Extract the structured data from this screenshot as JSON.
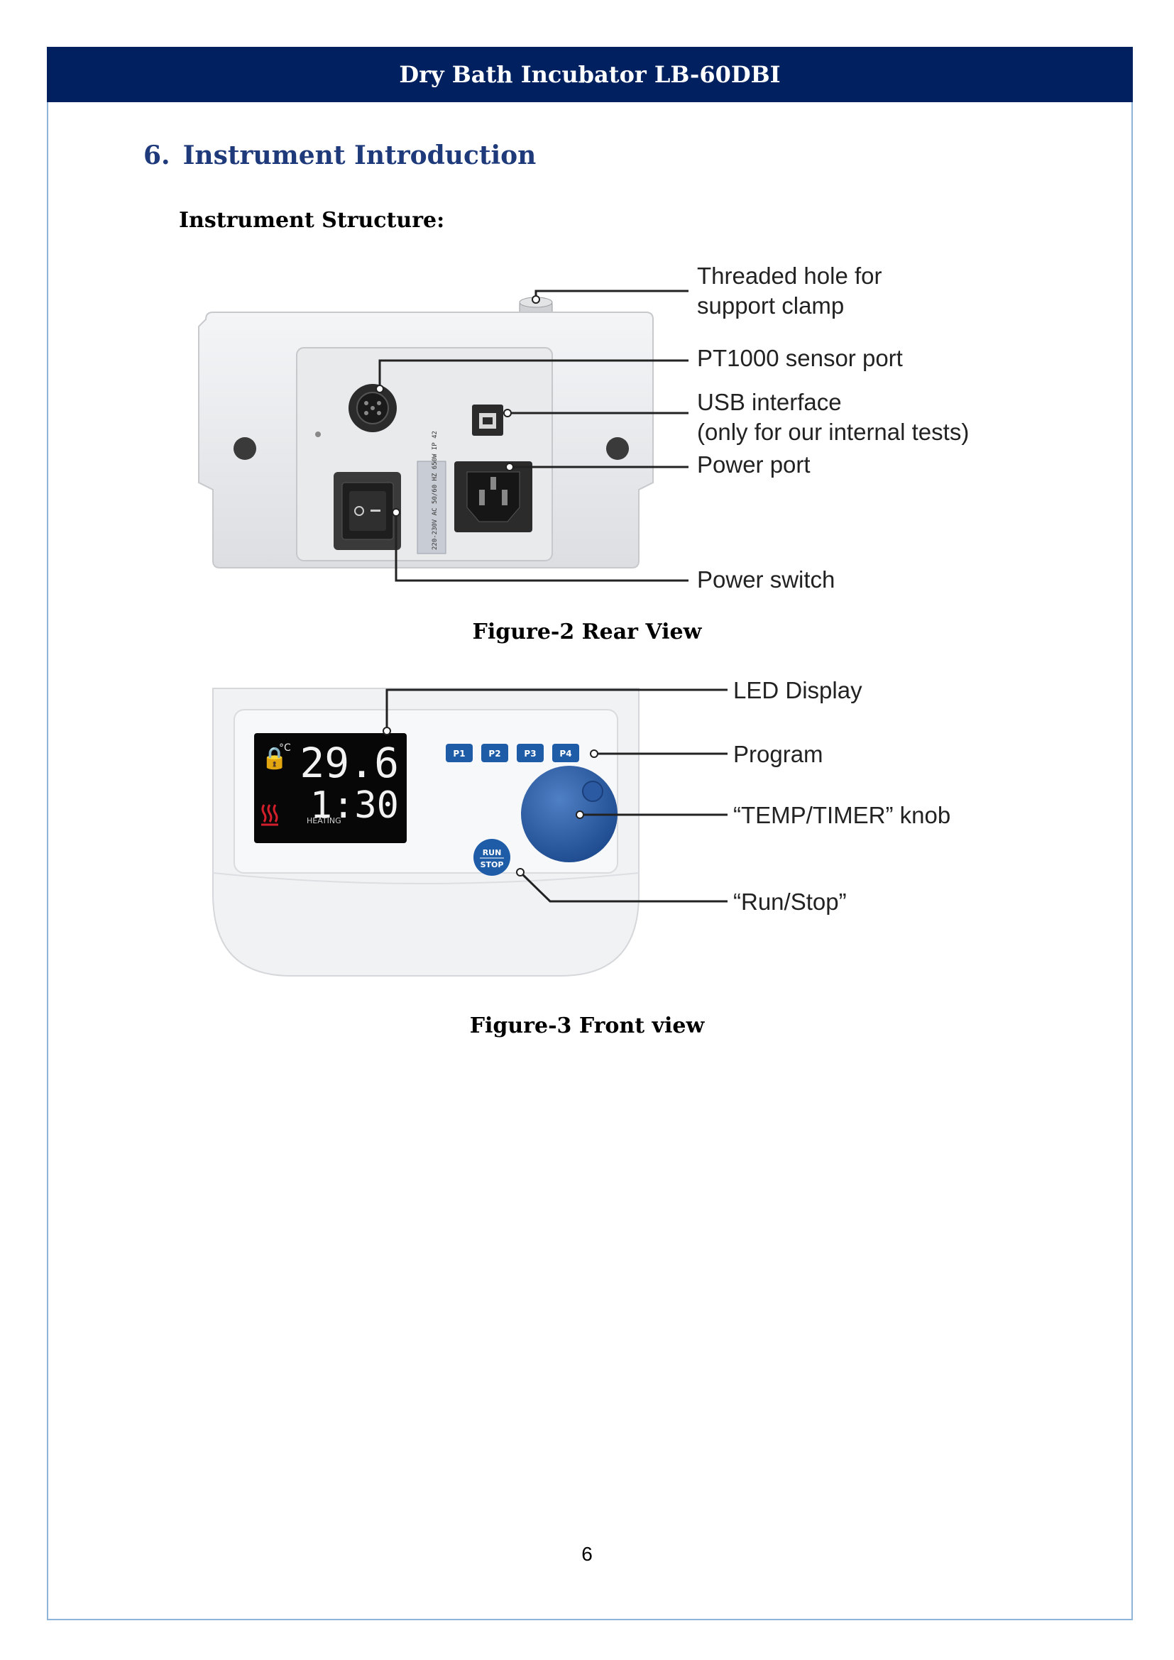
{
  "header": {
    "title": "Dry Bath Incubator LB-60DBI"
  },
  "section": {
    "number": "6.",
    "title": "Instrument Introduction"
  },
  "subheading": "Instrument Structure:",
  "rear_view": {
    "caption": "Figure-2 Rear View",
    "label_text": "220-230V AC 50/60 HZ 650W IP 42",
    "callouts": {
      "threaded_hole_line1": "Threaded hole for",
      "threaded_hole_line2": "support clamp",
      "pt1000": "PT1000 sensor port",
      "usb_line1": "USB interface",
      "usb_line2": "(only for our internal tests)",
      "power_port": "Power port",
      "power_switch": "Power switch"
    }
  },
  "front_view": {
    "caption": "Figure-3 Front view",
    "display": {
      "temperature": "29.6",
      "timer": "1:30",
      "unit": "°C",
      "status": "HEATING"
    },
    "program_buttons": [
      "P1",
      "P2",
      "P3",
      "P4"
    ],
    "run_stop": {
      "line1": "RUN",
      "line2": "STOP"
    },
    "callouts": {
      "led_display": "LED Display",
      "program": "Program",
      "knob": "“TEMP/TIMER” knob",
      "run_stop": "“Run/Stop”"
    }
  },
  "footer": {
    "page_number": "6"
  },
  "colors": {
    "header_bg": "#002060",
    "heading_text": "#1f3a7a",
    "border": "#8fb3d9",
    "button_blue": "#1f5ca8"
  }
}
